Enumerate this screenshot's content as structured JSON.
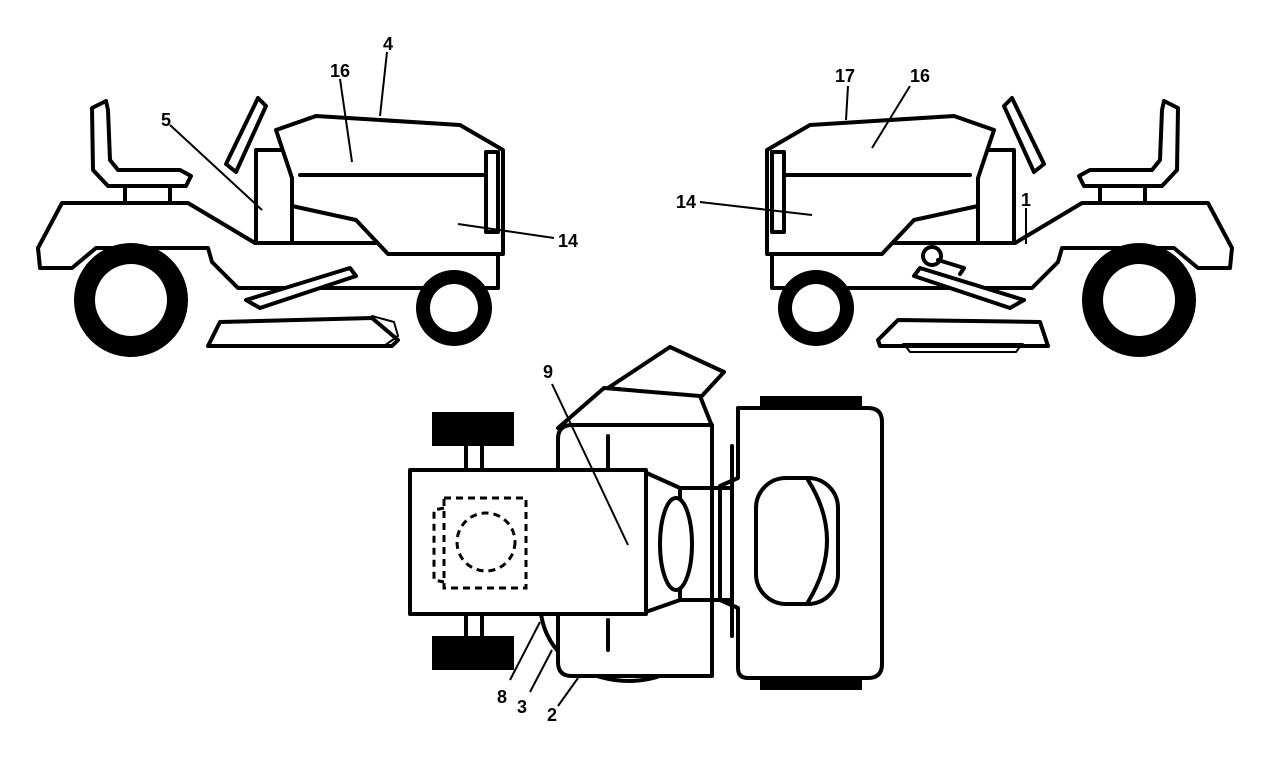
{
  "callouts": {
    "l4": "4",
    "l16a": "16",
    "l5": "5",
    "l14a": "14",
    "l17": "17",
    "l16b": "16",
    "l14b": "14",
    "l1": "1",
    "l9": "9",
    "l8": "8",
    "l3": "3",
    "l2": "2"
  }
}
